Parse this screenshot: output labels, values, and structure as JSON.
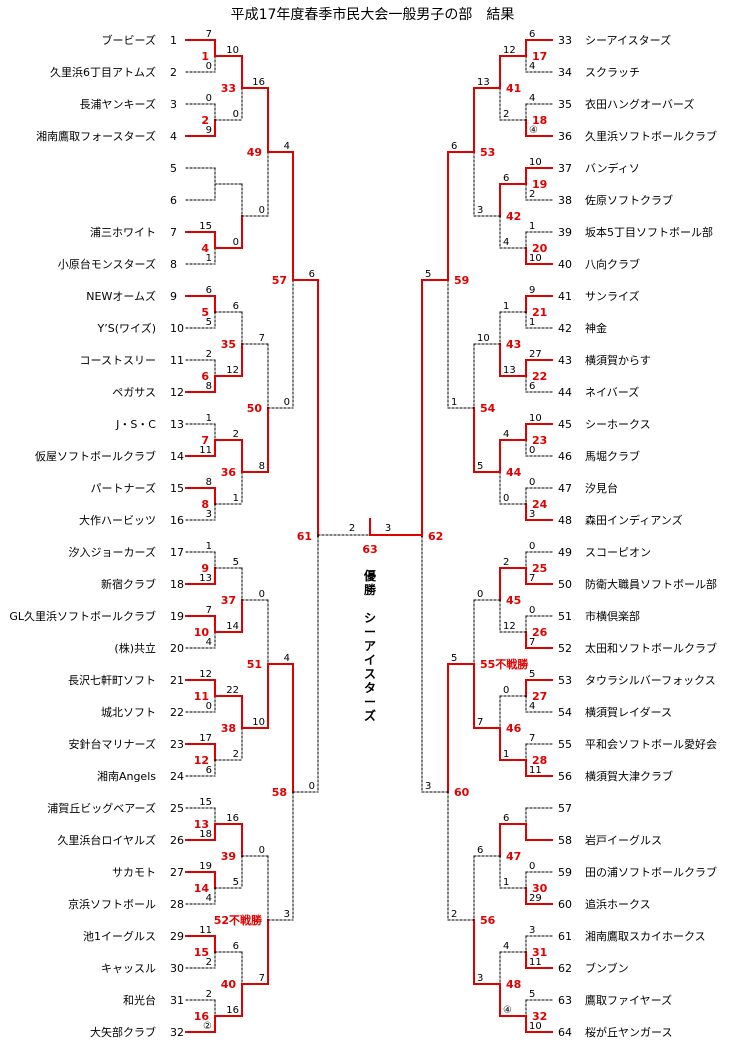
{
  "title": "平成17年度春季市民大会一般男子の部　結果",
  "colors": {
    "winner": "#e00000",
    "line": "#000000"
  },
  "champion_label": "優勝",
  "champion_team": "シーアイスターズ",
  "left_teams": [
    {
      "num": 1,
      "name": "ブービーズ"
    },
    {
      "num": 2,
      "name": "久里浜6丁目アトムズ"
    },
    {
      "num": 3,
      "name": "長浦ヤンキーズ"
    },
    {
      "num": 4,
      "name": "湘南鷹取フォースターズ"
    },
    {
      "num": 5,
      "name": ""
    },
    {
      "num": 6,
      "name": ""
    },
    {
      "num": 7,
      "name": "浦三ホワイト"
    },
    {
      "num": 8,
      "name": "小原台モンスターズ"
    },
    {
      "num": 9,
      "name": "NEWオームズ"
    },
    {
      "num": 10,
      "name": "Y’S(ワイズ)"
    },
    {
      "num": 11,
      "name": "コーストスリー"
    },
    {
      "num": 12,
      "name": "ペガサス"
    },
    {
      "num": 13,
      "name": "J・S・C"
    },
    {
      "num": 14,
      "name": "仮屋ソフトボールクラブ"
    },
    {
      "num": 15,
      "name": "パートナーズ"
    },
    {
      "num": 16,
      "name": "大作ハービッツ"
    },
    {
      "num": 17,
      "name": "汐入ジョーカーズ"
    },
    {
      "num": 18,
      "name": "新宿クラブ"
    },
    {
      "num": 19,
      "name": "GL久里浜ソフトボールクラブ"
    },
    {
      "num": 20,
      "name": "(株)共立"
    },
    {
      "num": 21,
      "name": "長沢七軒町ソフト"
    },
    {
      "num": 22,
      "name": "城北ソフト"
    },
    {
      "num": 23,
      "name": "安針台マリナーズ"
    },
    {
      "num": 24,
      "name": "湘南Angels"
    },
    {
      "num": 25,
      "name": "浦賀丘ビッグベアーズ"
    },
    {
      "num": 26,
      "name": "久里浜台ロイヤルズ"
    },
    {
      "num": 27,
      "name": "サカモト"
    },
    {
      "num": 28,
      "name": "京浜ソフトボール"
    },
    {
      "num": 29,
      "name": "池1イーグルス"
    },
    {
      "num": 30,
      "name": "キャッスル"
    },
    {
      "num": 31,
      "name": "和光台"
    },
    {
      "num": 32,
      "name": "大矢部クラブ"
    }
  ],
  "right_teams": [
    {
      "num": 33,
      "name": "シーアイスターズ"
    },
    {
      "num": 34,
      "name": "スクラッチ"
    },
    {
      "num": 35,
      "name": "衣田ハングオーバーズ"
    },
    {
      "num": 36,
      "name": "久里浜ソフトボールクラブ"
    },
    {
      "num": 37,
      "name": "バンディソ"
    },
    {
      "num": 38,
      "name": "佐原ソフトクラブ"
    },
    {
      "num": 39,
      "name": "坂本5丁目ソフトボール部"
    },
    {
      "num": 40,
      "name": "八向クラブ"
    },
    {
      "num": 41,
      "name": "サンライズ"
    },
    {
      "num": 42,
      "name": "神金"
    },
    {
      "num": 43,
      "name": "横須賀からす"
    },
    {
      "num": 44,
      "name": "ネイバーズ"
    },
    {
      "num": 45,
      "name": "シーホークス"
    },
    {
      "num": 46,
      "name": "馬堀クラブ"
    },
    {
      "num": 47,
      "name": "汐見台"
    },
    {
      "num": 48,
      "name": "森田インディアンズ"
    },
    {
      "num": 49,
      "name": "スコーピオン"
    },
    {
      "num": 50,
      "name": "防衛大職員ソフトボール部"
    },
    {
      "num": 51,
      "name": "市横倶楽部"
    },
    {
      "num": 52,
      "name": "太田和ソフトボールクラブ"
    },
    {
      "num": 53,
      "name": "タウラシルバーフォックス"
    },
    {
      "num": 54,
      "name": "横須賀レイダース"
    },
    {
      "num": 55,
      "name": "平和会ソフトボール愛好会"
    },
    {
      "num": 56,
      "name": "横須賀大津クラブ"
    },
    {
      "num": 57,
      "name": ""
    },
    {
      "num": 58,
      "name": "岩戸イーグルス"
    },
    {
      "num": 59,
      "name": "田の浦ソフトボールクラブ"
    },
    {
      "num": 60,
      "name": "追浜ホークス"
    },
    {
      "num": 61,
      "name": "湘南鷹取スカイホークス"
    },
    {
      "num": 62,
      "name": "ブンブン"
    },
    {
      "num": 63,
      "name": "鷹取ファイヤーズ"
    },
    {
      "num": 64,
      "name": "桜が丘ヤンガース"
    }
  ],
  "left_r1": [
    {
      "game": "1",
      "s": [
        "7",
        "0"
      ],
      "w": 0
    },
    {
      "game": "2",
      "s": [
        "0",
        "9"
      ],
      "w": 1
    },
    {
      "game": "",
      "s": [
        "",
        ""
      ],
      "w": -1
    },
    {
      "game": "4",
      "s": [
        "15",
        "1"
      ],
      "w": 0
    },
    {
      "game": "5",
      "s": [
        "6",
        "5"
      ],
      "w": 0
    },
    {
      "game": "6",
      "s": [
        "2",
        "8"
      ],
      "w": 1
    },
    {
      "game": "7",
      "s": [
        "1",
        "11"
      ],
      "w": 1
    },
    {
      "game": "8",
      "s": [
        "8",
        "3"
      ],
      "w": 0
    },
    {
      "game": "9",
      "s": [
        "1",
        "13"
      ],
      "w": 1
    },
    {
      "game": "10",
      "s": [
        "7",
        "4"
      ],
      "w": 0
    },
    {
      "game": "11",
      "s": [
        "12",
        "0"
      ],
      "w": 0
    },
    {
      "game": "12",
      "s": [
        "17",
        "6"
      ],
      "w": 0
    },
    {
      "game": "13",
      "s": [
        "15",
        "18"
      ],
      "w": 1
    },
    {
      "game": "14",
      "s": [
        "19",
        "4"
      ],
      "w": 0
    },
    {
      "game": "15",
      "s": [
        "11",
        "2"
      ],
      "w": 0
    },
    {
      "game": "16",
      "s": [
        "2",
        "②"
      ],
      "w": 1
    }
  ],
  "left_r2": [
    {
      "game": "33",
      "s": [
        "10",
        "0"
      ],
      "w": 0
    },
    {
      "game": "",
      "s": [
        "",
        "0"
      ],
      "w": 1
    },
    {
      "game": "35",
      "s": [
        "6",
        "12"
      ],
      "w": 1
    },
    {
      "game": "36",
      "s": [
        "2",
        "1"
      ],
      "w": 0
    },
    {
      "game": "37",
      "s": [
        "5",
        "14"
      ],
      "w": 1
    },
    {
      "game": "38",
      "s": [
        "22",
        "2"
      ],
      "w": 0
    },
    {
      "game": "39",
      "s": [
        "16",
        "5"
      ],
      "w": 0
    },
    {
      "game": "40",
      "s": [
        "6",
        "16"
      ],
      "w": 1
    }
  ],
  "left_r3": [
    {
      "game": "49",
      "s": [
        "16",
        "0"
      ],
      "w": 0
    },
    {
      "game": "50",
      "s": [
        "7",
        "8"
      ],
      "w": 1
    },
    {
      "game": "51",
      "s": [
        "0",
        "10"
      ],
      "w": 1
    },
    {
      "game": "52不戦勝",
      "s": [
        "0",
        "7"
      ],
      "w": 1
    }
  ],
  "left_r4": [
    {
      "game": "57",
      "s": [
        "4",
        "0"
      ],
      "w": 0
    },
    {
      "game": "58",
      "s": [
        "4",
        "3"
      ],
      "w": 0
    }
  ],
  "left_r5": [
    {
      "game": "61",
      "s": [
        "6",
        "0"
      ],
      "w": 0
    }
  ],
  "right_r1": [
    {
      "game": "17",
      "s": [
        "6",
        "4"
      ],
      "w": 0
    },
    {
      "game": "18",
      "s": [
        "4",
        "④"
      ],
      "w": 1
    },
    {
      "game": "19",
      "s": [
        "10",
        "2"
      ],
      "w": 0
    },
    {
      "game": "20",
      "s": [
        "1",
        "10"
      ],
      "w": 1
    },
    {
      "game": "21",
      "s": [
        "9",
        "1"
      ],
      "w": 0
    },
    {
      "game": "22",
      "s": [
        "27",
        "6"
      ],
      "w": 0
    },
    {
      "game": "23",
      "s": [
        "10",
        "0"
      ],
      "w": 0
    },
    {
      "game": "24",
      "s": [
        "0",
        "3"
      ],
      "w": 1
    },
    {
      "game": "25",
      "s": [
        "0",
        "7"
      ],
      "w": 1
    },
    {
      "game": "26",
      "s": [
        "0",
        "7"
      ],
      "w": 1
    },
    {
      "game": "27",
      "s": [
        "5",
        "4"
      ],
      "w": 0
    },
    {
      "game": "28",
      "s": [
        "7",
        "11"
      ],
      "w": 1
    },
    {
      "game": "",
      "s": [
        "",
        ""
      ],
      "w": 1
    },
    {
      "game": "30",
      "s": [
        "0",
        "29"
      ],
      "w": 1
    },
    {
      "game": "31",
      "s": [
        "3",
        "11"
      ],
      "w": 1
    },
    {
      "game": "32",
      "s": [
        "5",
        "10"
      ],
      "w": 1
    }
  ],
  "right_r2": [
    {
      "game": "41",
      "s": [
        "12",
        "2"
      ],
      "w": 0
    },
    {
      "game": "42",
      "s": [
        "6",
        "4"
      ],
      "w": 0
    },
    {
      "game": "43",
      "s": [
        "1",
        "13"
      ],
      "w": 1
    },
    {
      "game": "44",
      "s": [
        "4",
        "0"
      ],
      "w": 0
    },
    {
      "game": "45",
      "s": [
        "2",
        "12"
      ],
      "w": 0
    },
    {
      "game": "46",
      "s": [
        "0",
        "1"
      ],
      "w": 1
    },
    {
      "game": "47",
      "s": [
        "6",
        "1"
      ],
      "w": 0
    },
    {
      "game": "48",
      "s": [
        "4",
        "④"
      ],
      "w": 1
    }
  ],
  "right_r3": [
    {
      "game": "53",
      "s": [
        "13",
        "3"
      ],
      "w": 0
    },
    {
      "game": "54",
      "s": [
        "10",
        "5"
      ],
      "w": 1
    },
    {
      "game": "55不戦勝",
      "s": [
        "0",
        "7"
      ],
      "w": 1
    },
    {
      "game": "56",
      "s": [
        "6",
        "3"
      ],
      "w": 1
    }
  ],
  "right_r4": [
    {
      "game": "59",
      "s": [
        "6",
        "1"
      ],
      "w": 0
    },
    {
      "game": "60",
      "s": [
        "5",
        "2"
      ],
      "w": 0
    }
  ],
  "right_r5": [
    {
      "game": "62",
      "s": [
        "5",
        "3"
      ],
      "w": 0
    }
  ],
  "final": {
    "game": "63",
    "s": [
      "2",
      "3"
    ],
    "w": 1
  }
}
